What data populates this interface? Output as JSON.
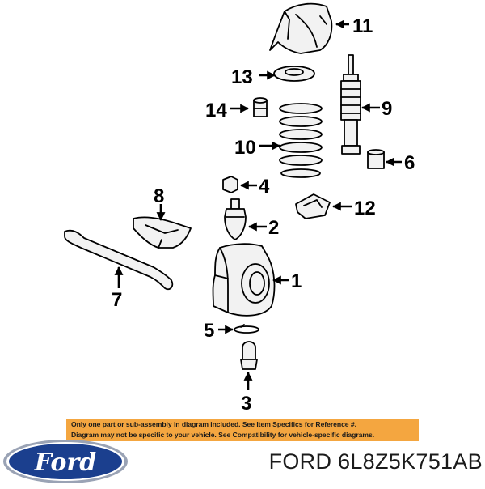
{
  "diagram": {
    "callouts": [
      {
        "id": "callout-1",
        "label": "1"
      },
      {
        "id": "callout-2",
        "label": "2"
      },
      {
        "id": "callout-3",
        "label": "3"
      },
      {
        "id": "callout-4",
        "label": "4"
      },
      {
        "id": "callout-5",
        "label": "5"
      },
      {
        "id": "callout-6",
        "label": "6"
      },
      {
        "id": "callout-7",
        "label": "7"
      },
      {
        "id": "callout-8",
        "label": "8"
      },
      {
        "id": "callout-9",
        "label": "9"
      },
      {
        "id": "callout-10",
        "label": "10"
      },
      {
        "id": "callout-11",
        "label": "11"
      },
      {
        "id": "callout-12",
        "label": "12"
      },
      {
        "id": "callout-13",
        "label": "13"
      },
      {
        "id": "callout-14",
        "label": "14"
      }
    ]
  },
  "disclaimer": {
    "line1": "Only one part or sub-assembly in diagram included. See Item Specifics for Reference #.",
    "line2": "Diagram may not be specific to your vehicle. See Compatibility for vehicle-specific diagrams."
  },
  "logo": {
    "text": "Ford",
    "colors": {
      "oval": "#1b3f8e",
      "border": "#9aa3b5"
    }
  },
  "part_number": "FORD 6L8Z5K751AB",
  "colors": {
    "banner": "#f4a640"
  }
}
